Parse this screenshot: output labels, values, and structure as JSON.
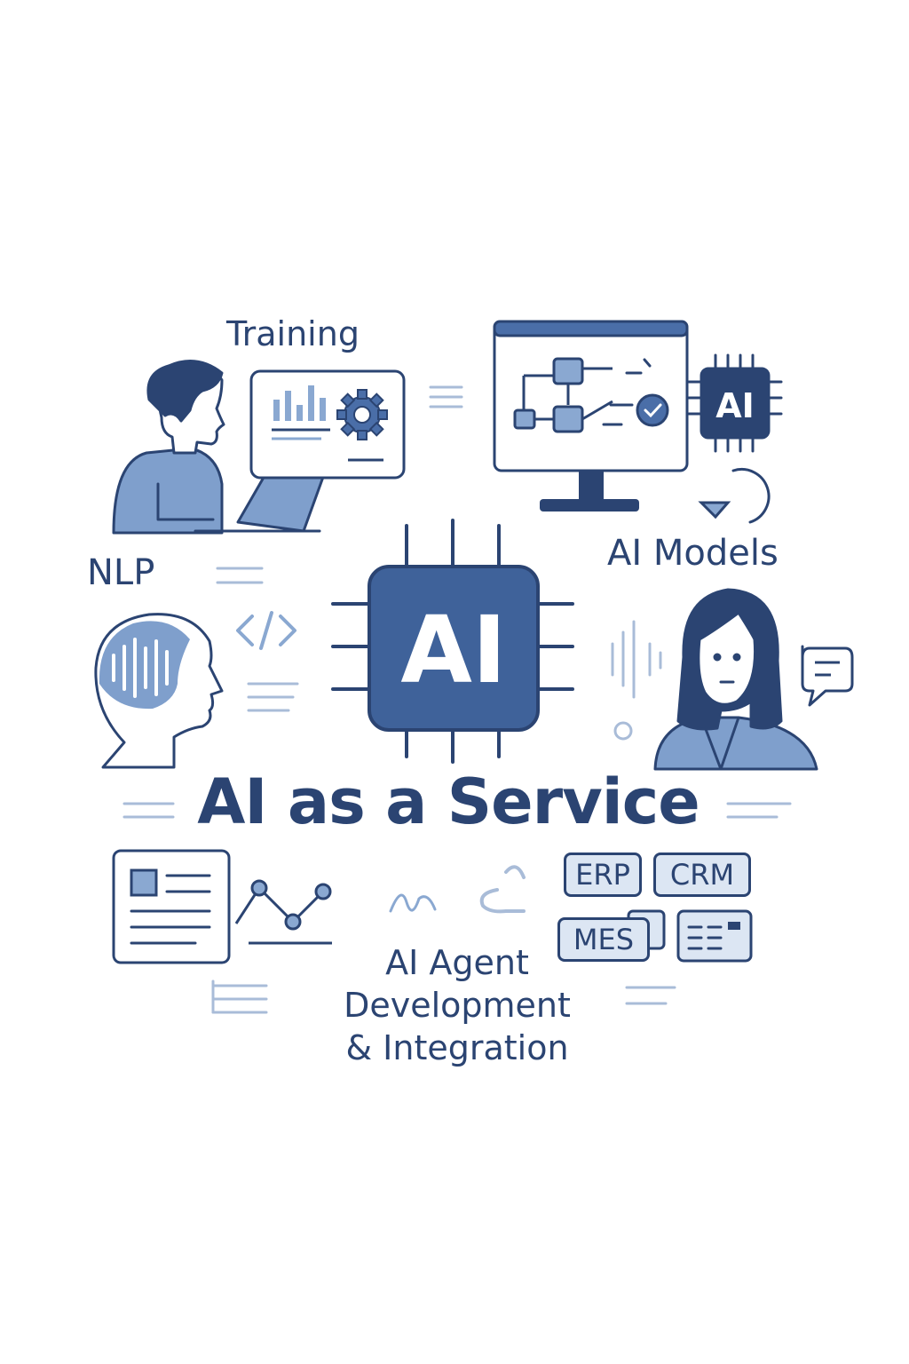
{
  "labels": {
    "training": "Training",
    "nlp": "NLP",
    "ai_models": "AI Models",
    "title": "AI as a Service",
    "agent_line1": "AI Agent",
    "agent_line2": "Development",
    "agent_line3": "& Integration"
  },
  "chips": {
    "main": "AI",
    "small": "AI"
  },
  "tags": {
    "erp": "ERP",
    "crm": "CRM",
    "mes": "MES"
  },
  "colors": {
    "dark": "#2b4472",
    "mid": "#4a6ea8",
    "light": "#8aa8d1",
    "pale": "#dce6f3",
    "line": "#a9bcd8"
  },
  "icons": [
    "person-with-laptop-icon",
    "dashboard-icon",
    "gear-icon",
    "monitor-flowchart-icon",
    "check-icon",
    "ai-chip-icon",
    "refresh-arrow-icon",
    "code-icon",
    "head-soundwave-icon",
    "woman-avatar-icon",
    "chat-bubble-icon",
    "document-icon",
    "line-chart-icon",
    "link-icon",
    "table-icon"
  ]
}
